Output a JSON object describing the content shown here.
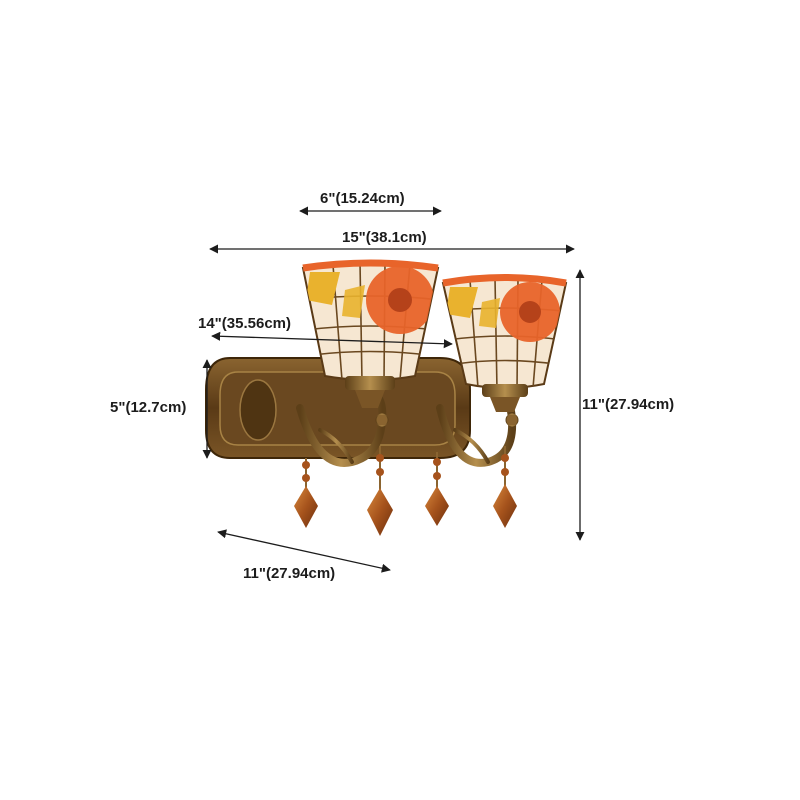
{
  "dimensions": {
    "shade_width": "6\"(15.24cm)",
    "total_width": "15\"(38.1cm)",
    "arm_span": "14\"(35.56cm)",
    "backplate_height": "5\"(12.7cm)",
    "total_height": "11\"(27.94cm)",
    "extension": "11\"(27.94cm)"
  },
  "colors": {
    "background": "#ffffff",
    "dimension_lines": "#1c1c1c",
    "bronze": "#6e4a1e",
    "glass_orange": "#e8642a",
    "glass_cream": "#f6e7d2",
    "glass_yellow": "#e9b22e",
    "crystal_amber": "#a6531c"
  }
}
